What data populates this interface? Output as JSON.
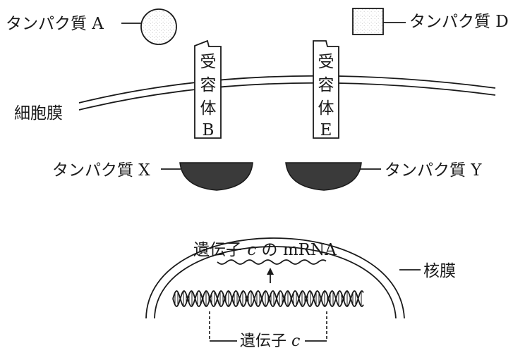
{
  "labels": {
    "protein_a": "タンパク質 A",
    "protein_d": "タンパク質 D",
    "protein_x": "タンパク質 X",
    "protein_y": "タンパク質 Y",
    "cell_membrane": "細胞膜",
    "nuclear_membrane": "核膜",
    "mrna_prefix": "遺伝子 ",
    "mrna_var": "c",
    "mrna_suffix": " の mRNA",
    "gene_prefix": "遺伝子 ",
    "gene_var": "c"
  },
  "receptor_b": [
    "受",
    "容",
    "体",
    "B"
  ],
  "receptor_e": [
    "受",
    "容",
    "体",
    "E"
  ],
  "colors": {
    "ink": "#1a1a1a",
    "protein_fill": "#3a3a3a",
    "speckle": "#c8c8c8",
    "background": "#ffffff"
  }
}
